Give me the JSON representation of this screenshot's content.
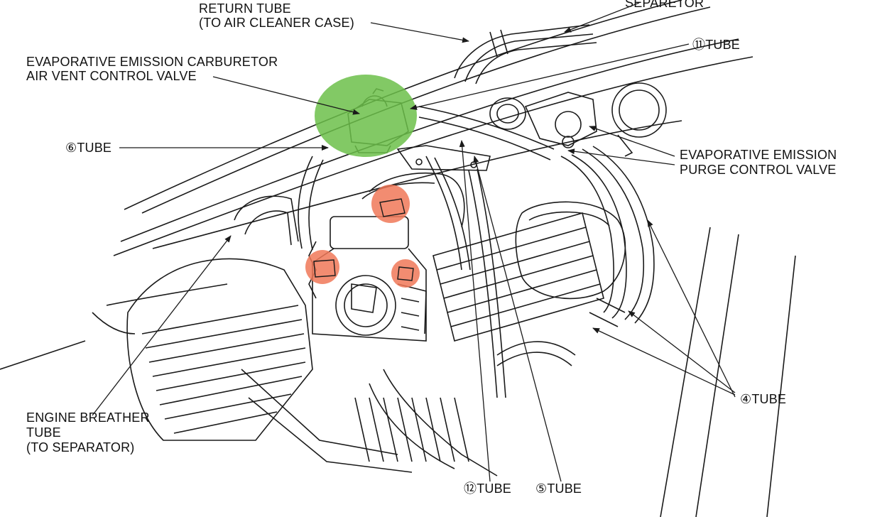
{
  "labels": {
    "separator": "SEPARETOR",
    "return_tube_line1": "RETURN TUBE",
    "return_tube_line2": "(TO AIR CLEANER CASE)",
    "tube10": "⑪TUBE",
    "air_vent_valve_line1": "EVAPORATIVE EMISSION CARBURETOR",
    "air_vent_valve_line2": "AIR VENT CONTROL VALVE",
    "tube6": "⑥TUBE",
    "purge_valve_line1": "EVAPORATIVE EMISSION",
    "purge_valve_line2": "PURGE CONTROL VALVE",
    "tube4": "④TUBE",
    "breather_line1": "ENGINE BREATHER",
    "breather_line2": "TUBE",
    "breather_line3": "(TO SEPARATOR)",
    "tube11": "⑫TUBE",
    "tube5": "⑤TUBE"
  },
  "highlights": {
    "air_vent_valve_color": "#6cc04a",
    "connection_color": "#f07858"
  },
  "colors": {
    "line": "#1a1a1a",
    "background": "#ffffff"
  }
}
